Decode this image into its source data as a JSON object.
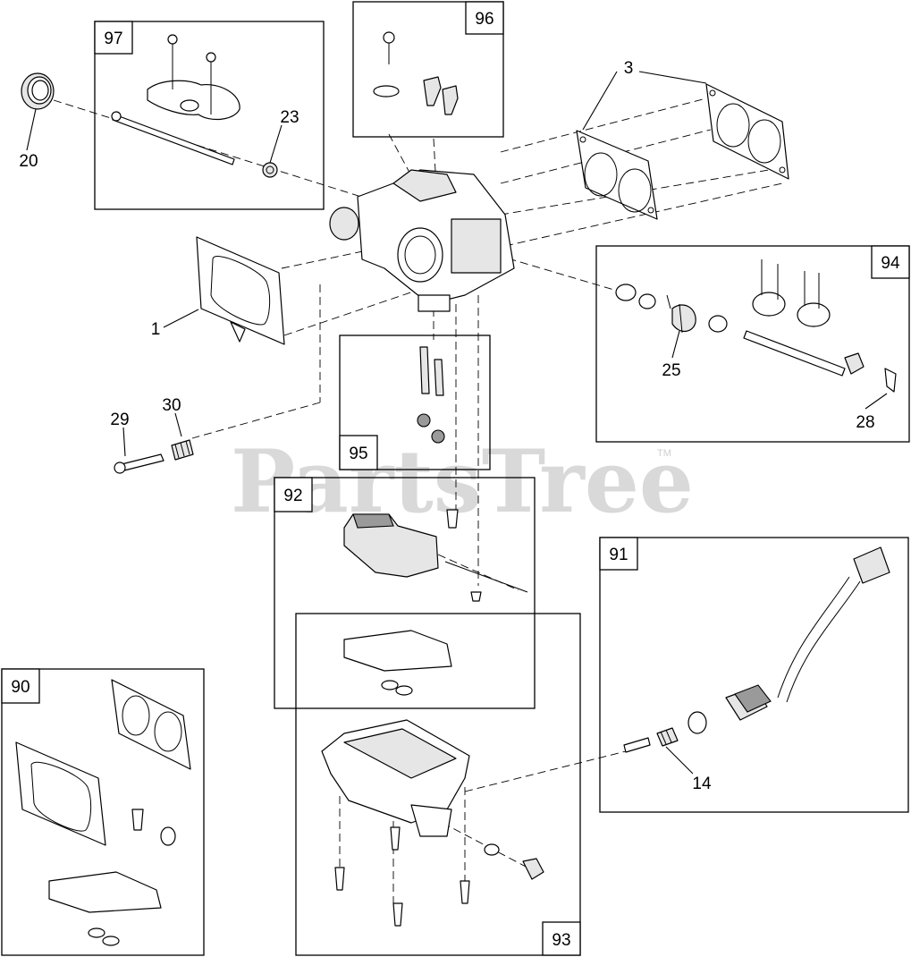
{
  "watermark": {
    "text": "PartsTree",
    "mark": "TM"
  },
  "kits": [
    {
      "id": "k97",
      "label": "97"
    },
    {
      "id": "k96",
      "label": "96"
    },
    {
      "id": "k94",
      "label": "94"
    },
    {
      "id": "k95",
      "label": "95"
    },
    {
      "id": "k92",
      "label": "92"
    },
    {
      "id": "k91",
      "label": "91"
    },
    {
      "id": "k90",
      "label": "90"
    },
    {
      "id": "k93",
      "label": "93"
    }
  ],
  "callouts": [
    {
      "id": "c20",
      "label": "20"
    },
    {
      "id": "c23",
      "label": "23"
    },
    {
      "id": "c3",
      "label": "3"
    },
    {
      "id": "c1",
      "label": "1"
    },
    {
      "id": "c29",
      "label": "29"
    },
    {
      "id": "c30",
      "label": "30"
    },
    {
      "id": "c25",
      "label": "25"
    },
    {
      "id": "c28",
      "label": "28"
    },
    {
      "id": "c14",
      "label": "14"
    }
  ]
}
